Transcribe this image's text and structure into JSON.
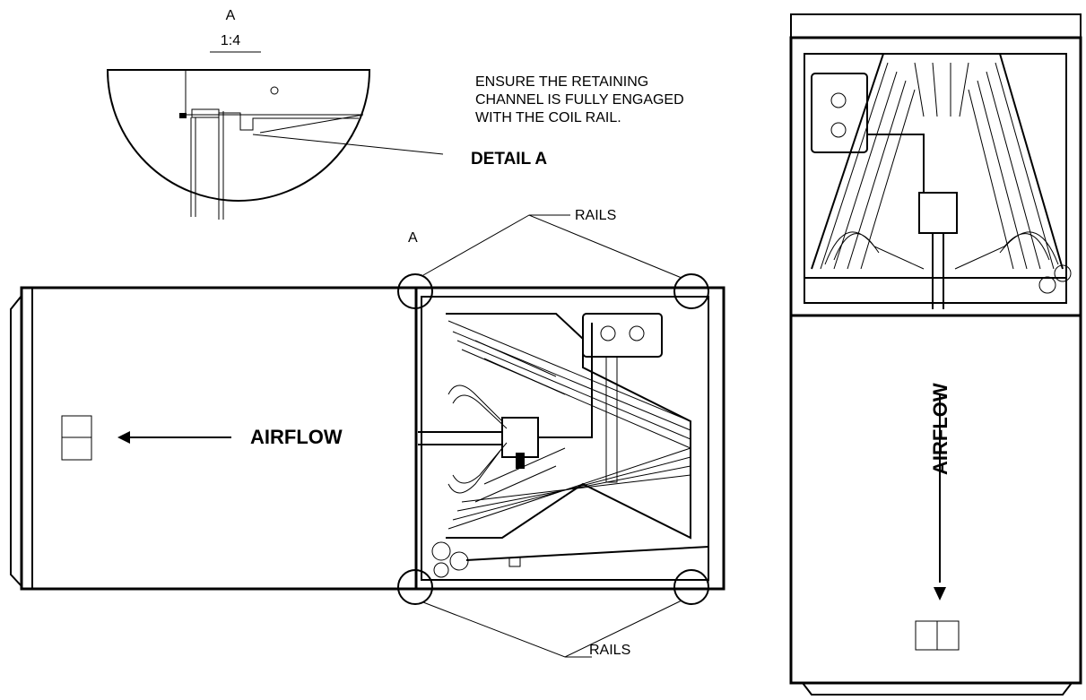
{
  "detail": {
    "letter": "A",
    "scale": "1:4",
    "title": "DETAIL A"
  },
  "note": {
    "line1": "ENSURE THE RETAINING",
    "line2": "CHANNEL IS FULLY ENGAGED",
    "line3": "WITH THE COIL RAIL."
  },
  "labels": {
    "section_marker": "A",
    "rails_top": "RAILS",
    "rails_bottom": "RAILS",
    "airflow_horizontal": "AIRFLOW",
    "airflow_vertical": "AIRFLOW"
  }
}
